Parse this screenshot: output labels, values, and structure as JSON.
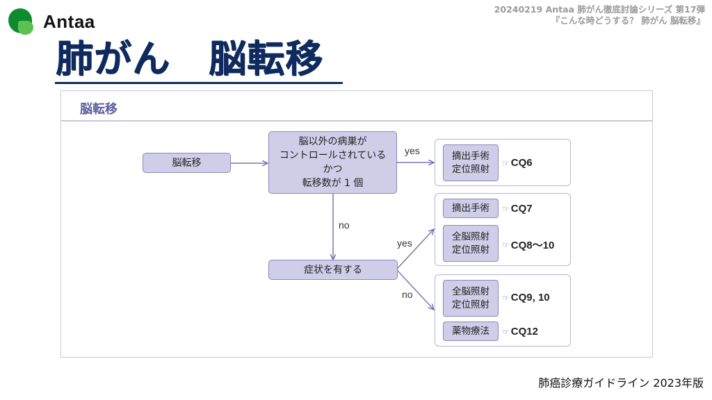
{
  "brand": {
    "name": "Antaa"
  },
  "header": {
    "line1": "20240219 Antaa 肺がん徹底討論シリーズ 第17弾",
    "line2": "『こんな時どうする？ 肺がん 脳転移』"
  },
  "slide_title": "肺がん　脳転移",
  "panel": {
    "title": "脳転移",
    "nodes": {
      "start": "脳転移",
      "question1": [
        "脳以外の病巣が",
        "コントロールされている",
        "かつ",
        "転移数が 1 個"
      ],
      "question2": "症状を有する"
    },
    "edges": {
      "q1_yes": "yes",
      "q1_no": "no",
      "q2_yes": "yes",
      "q2_no": "no"
    },
    "groups": [
      {
        "items": [
          {
            "treatment": [
              "摘出手術",
              "定位照射"
            ],
            "ref": "CQ6"
          }
        ]
      },
      {
        "items": [
          {
            "treatment": [
              "摘出手術"
            ],
            "ref": "CQ7"
          },
          {
            "treatment": [
              "全脳照射",
              "定位照射"
            ],
            "ref": "CQ8〜10"
          }
        ]
      },
      {
        "items": [
          {
            "treatment": [
              "全脳照射",
              "定位照射"
            ],
            "ref": "CQ9, 10"
          },
          {
            "treatment": [
              "薬物療法"
            ],
            "ref": "CQ12"
          }
        ]
      }
    ],
    "ref_icon": "☞"
  },
  "source": "肺癌診療ガイドライン 2023年版"
}
